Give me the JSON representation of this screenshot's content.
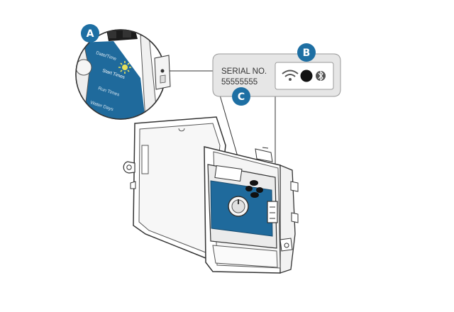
{
  "callouts": {
    "a": {
      "letter": "A"
    },
    "b": {
      "letter": "B"
    },
    "c": {
      "letter": "C"
    }
  },
  "serial_panel": {
    "label": "SERIAL NO.",
    "number": "55555555"
  },
  "zoom_labels": {
    "date_time": "Date/Time",
    "start_times": "Start Times",
    "run_times": "Run Times",
    "water_days": "Water Days"
  },
  "colors": {
    "callout_blue": "#1e6fa3",
    "panel_blue": "#1f6a9c",
    "panel_gray": "#e6e6e6",
    "led_yellow": "#e7e15a",
    "outline": "#333333"
  },
  "icons": [
    "wifi-icon",
    "button-icon",
    "bluetooth-icon",
    "sun-icon",
    "dial-icon"
  ]
}
